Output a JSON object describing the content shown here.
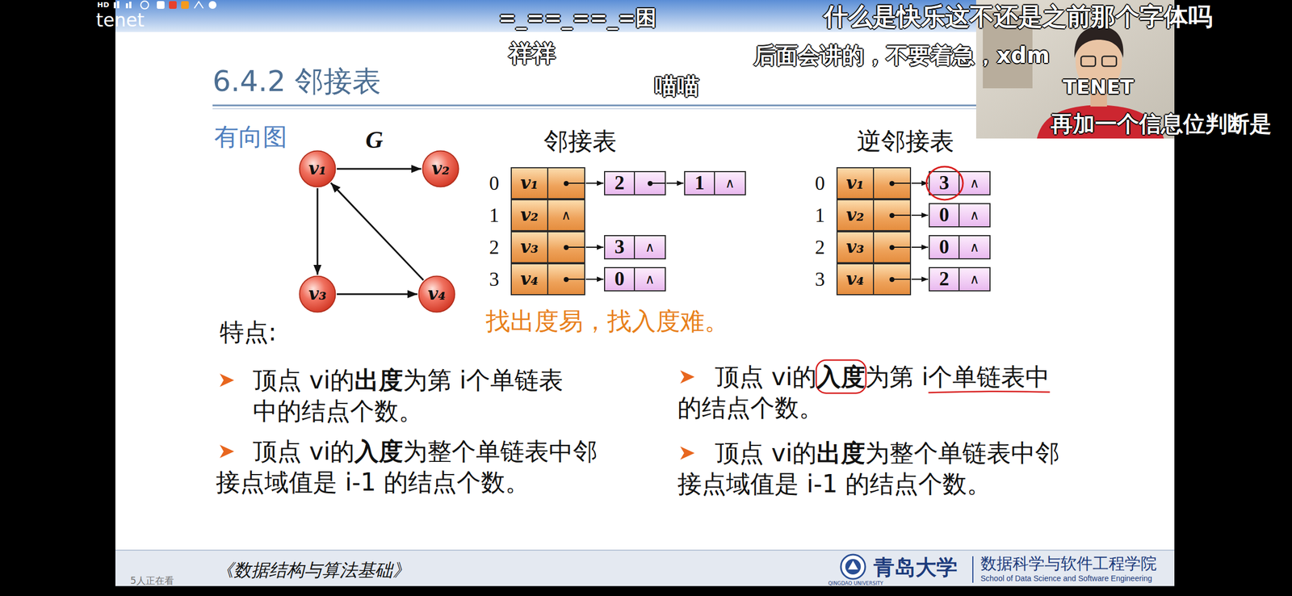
{
  "diagram": {
    "title": "6.4.2 邻接表",
    "nodes": [
      {
        "text": [
          "v₁"
        ]
      },
      {
        "text": [
          "v₂"
        ]
      },
      {
        "text": [
          "v₃"
        ]
      },
      {
        "text": [
          "v₄"
        ]
      },
      {
        "text": [
          "v₁"
        ]
      },
      {
        "text": [
          "2"
        ]
      },
      {
        "text": [
          "1",
          "∧"
        ]
      },
      {
        "text": [
          "v₂",
          "∧"
        ]
      },
      {
        "text": [
          "v₃"
        ]
      },
      {
        "text": [
          "3",
          "∧"
        ]
      },
      {
        "text": [
          "v₄"
        ]
      },
      {
        "text": [
          "0",
          "∧"
        ]
      },
      {
        "text": [
          "v₁"
        ]
      },
      {
        "text": [
          "3",
          "∧"
        ]
      },
      {
        "text": [
          "v₂"
        ]
      },
      {
        "text": [
          "0",
          "∧"
        ]
      },
      {
        "text": [
          "v₃"
        ]
      },
      {
        "text": [
          "0",
          "∧"
        ]
      },
      {
        "text": [
          "v₄"
        ]
      },
      {
        "text": [
          "2",
          "∧"
        ]
      }
    ],
    "edges": [
      {
        "from": 0,
        "to": 1,
        "arrow": "to"
      },
      {
        "from": 0,
        "to": 2,
        "arrow": "to"
      },
      {
        "from": 2,
        "to": 3,
        "arrow": "to"
      },
      {
        "from": 3,
        "to": 0,
        "arrow": "to"
      },
      {
        "from": 4,
        "to": 5,
        "arrow": "to"
      },
      {
        "from": 5,
        "to": 6,
        "arrow": "to"
      },
      {
        "from": 8,
        "to": 9,
        "arrow": "to"
      },
      {
        "from": 10,
        "to": 11,
        "arrow": "to"
      },
      {
        "from": 12,
        "to": 13,
        "arrow": "to"
      },
      {
        "from": 14,
        "to": 15,
        "arrow": "to"
      },
      {
        "from": 16,
        "to": 17,
        "arrow": "to"
      },
      {
        "from": 18,
        "to": 19,
        "arrow": "to"
      }
    ],
    "labels": [
      "HD",
      "tenet",
      "=_==_==_=困",
      "什么是快乐这不还是之前那个字体吗",
      "祥祥",
      "后面会讲的，不要着急，xdm",
      "喵喵",
      "TENET",
      "再加一个信息位判断是",
      "有向图",
      "G",
      "邻接表",
      "逆邻接表",
      "0",
      "1",
      "2",
      "3",
      "0",
      "1",
      "2",
      "3",
      "找出度易，找入度难。",
      "特点:",
      "顶点 vi的",
      "出度",
      "为第 i个单链表中的结点个数。",
      "顶点 vi的",
      "入度",
      "为整个单链表中邻接点域值是 i-1 的结点个数。",
      "顶点 vi的",
      "入度",
      "为第 i个单链表中的结点个数。",
      "顶点 vi的",
      "出度",
      "为整个单链表中邻接点域值是 i-1 的结点个数。",
      "《数据结构与算法基础》",
      "青岛大学",
      "QINGDAO UNIVERSITY",
      "数据科学与软件工程学院",
      "School of Data Science and Software Engineering",
      "5人正在看"
    ]
  }
}
